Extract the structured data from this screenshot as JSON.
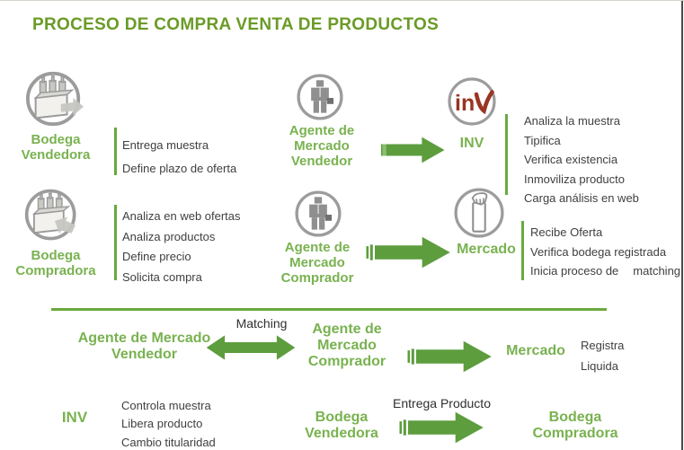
{
  "title": "PROCESO DE COMPRA VENTA DE PRODUCTOS",
  "colors": {
    "title_green": "#6a9b26",
    "label_green": "#79b250",
    "arrow_green": "#5d9d3e",
    "line_green": "#69a93e",
    "body_text": "#3f3f3f",
    "icon_gray": "#9c9c9c",
    "inv_maroon": "#993522"
  },
  "icons": {
    "seller_warehouse": "crate-arrow-out-icon",
    "buyer_warehouse": "crate-arrow-in-icon",
    "seller_agent": "person-icon",
    "buyer_agent": "person-icon",
    "inv": "inv-logo-icon",
    "mercado": "hand-deposit-icon"
  },
  "row1": {
    "seller_label": "Bodega Vendedora",
    "seller_tasks": [
      "Entrega muestra",
      "Define plazo de oferta"
    ],
    "agent_label": "Agente de Mercado Vendedor",
    "inv_label": "INV",
    "inv_tasks": [
      "Analiza la muestra",
      "Tipifica",
      "Verifica existencia",
      "Inmoviliza producto",
      "Carga análisis en web"
    ]
  },
  "row2": {
    "buyer_label": "Bodega Compradora",
    "buyer_tasks": [
      "Analiza en web ofertas",
      "Analiza productos",
      "Define precio",
      "Solicita compra"
    ],
    "agent_label": "Agente de Mercado Comprador",
    "mercado_label": "Mercado",
    "mercado_tasks": [
      "Recibe Oferta",
      "Verifica bodega registrada"
    ],
    "mercado_task_prefix": "Inicia proceso de",
    "mercado_task_keyword": "matching"
  },
  "row3": {
    "seller_agent_label": "Agente de Mercado Vendedor",
    "matching_label": "Matching",
    "buyer_agent_label": "Agente de Mercado Comprador",
    "mercado_label": "Mercado",
    "mercado_tasks": [
      "Registra",
      "Liquida"
    ]
  },
  "row4": {
    "inv_label": "INV",
    "inv_tasks": [
      "Controla muestra",
      "Libera producto",
      "Cambio titularidad"
    ],
    "seller_label": "Bodega Vendedora",
    "arrow_label": "Entrega Producto",
    "buyer_label": "Bodega Compradora"
  }
}
